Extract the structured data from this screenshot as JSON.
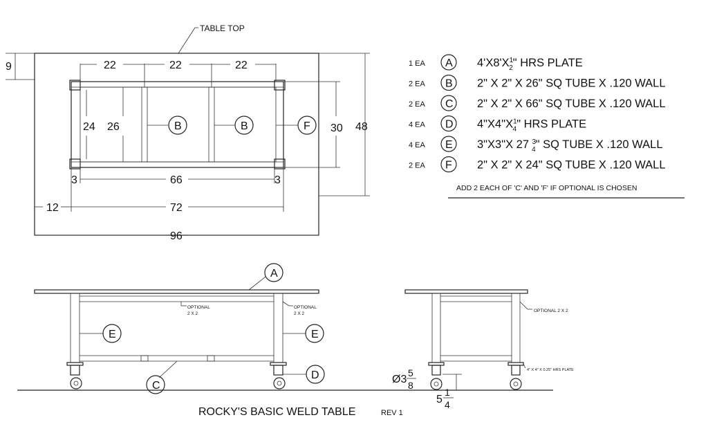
{
  "plan_view": {
    "table_top_callout": "TABLE TOP",
    "dims": {
      "d9": "9",
      "d22a": "22",
      "d22b": "22",
      "d22c": "22",
      "d24": "24",
      "d26": "26",
      "d30": "30",
      "d48": "48",
      "d3a": "3",
      "d66": "66",
      "d3b": "3",
      "d12": "12",
      "d72": "72",
      "d96": "96"
    },
    "bubbles": {
      "b1": "B",
      "b2": "B",
      "f1": "F"
    }
  },
  "bom": {
    "rows": [
      {
        "qty": "1 EA",
        "letter": "A",
        "desc": "4'X8'X",
        "frac_num": "1",
        "frac_den": "2",
        "desc_after": "\" HRS PLATE"
      },
      {
        "qty": "2 EA",
        "letter": "B",
        "desc": "2\" X 2\" X 26\"  SQ TUBE X .120 WALL"
      },
      {
        "qty": "2 EA",
        "letter": "C",
        "desc": "2\" X 2\" X 66\"  SQ TUBE X .120 WALL"
      },
      {
        "qty": "4 EA",
        "letter": "D",
        "desc": "4\"X4\"X",
        "frac_num": "1",
        "frac_den": "4",
        "desc_after": "\" HRS PLATE"
      },
      {
        "qty": "4 EA",
        "letter": "E",
        "desc": "3\"X3\"X 27 ",
        "frac_num": "3",
        "frac_den": "4",
        "desc_after": "\"  SQ TUBE  X .120 WALL"
      },
      {
        "qty": "2 EA",
        "letter": "F",
        "desc": "2\" X 2\" X 24\"  SQ TUBE X .120 WALL"
      }
    ],
    "note": "ADD 2 EACH OF  'C' AND 'F' IF OPTIONAL IS CHOSEN"
  },
  "side_view": {
    "bubble_a": "A",
    "bubble_e1": "E",
    "bubble_e2": "E",
    "bubble_c": "C",
    "bubble_d": "D",
    "optional_1": "OPTIONAL",
    "optional_1b": "2 X 2",
    "optional_2": "OPTIONAL",
    "optional_2b": "2 X 2"
  },
  "end_view": {
    "optional": "OPTIONAL 2 X 2",
    "plate_note": "4\" X 4\" X 0.25\" HRS PLATE",
    "wheel_dia_prefix": "Ø3",
    "wheel_dia_num": "5",
    "wheel_dia_den": "8",
    "height_whole": "5",
    "height_num": "1",
    "height_den": "4"
  },
  "title_block": {
    "title": "ROCKY'S BASIC WELD TABLE",
    "rev": "REV 1"
  }
}
